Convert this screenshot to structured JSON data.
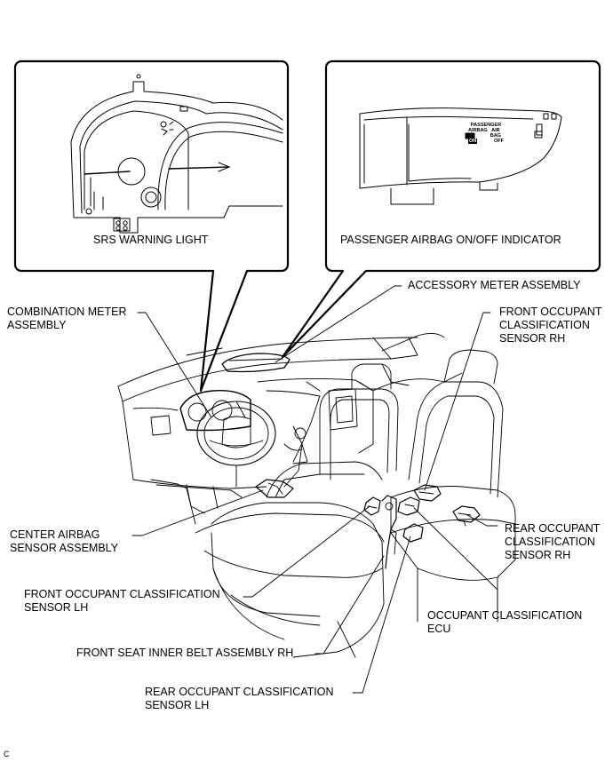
{
  "callout_left": {
    "caption": "SRS WARNING LIGHT"
  },
  "callout_right": {
    "caption": "PASSENGER AIRBAG ON/OFF INDICATOR",
    "indicator": {
      "title": "PASSENGER",
      "left_label": "AIRBAG",
      "left_state": "ON",
      "right_label": "AIR BAG",
      "right_state": "OFF"
    }
  },
  "labels": {
    "accessory_meter": "ACCESSORY METER ASSEMBLY",
    "combination_meter_1": "COMBINATION METER",
    "combination_meter_2": "ASSEMBLY",
    "front_occ_rh_1": "FRONT OCCUPANT",
    "front_occ_rh_2": "CLASSIFICATION",
    "front_occ_rh_3": "SENSOR RH",
    "center_airbag_1": "CENTER AIRBAG",
    "center_airbag_2": "SENSOR ASSEMBLY",
    "rear_occ_rh_1": "REAR OCCUPANT",
    "rear_occ_rh_2": "CLASSIFICATION",
    "rear_occ_rh_3": "SENSOR RH",
    "front_occ_lh_1": "FRONT OCCUPANT CLASSIFICATION",
    "front_occ_lh_2": "SENSOR LH",
    "occ_ecu_1": "OCCUPANT CLASSIFICATION",
    "occ_ecu_2": "ECU",
    "inner_belt": "FRONT SEAT INNER BELT ASSEMBLY RH",
    "rear_occ_lh_1": "REAR OCCUPANT CLASSIFICATION",
    "rear_occ_lh_2": "SENSOR LH"
  },
  "figure_code": "C"
}
